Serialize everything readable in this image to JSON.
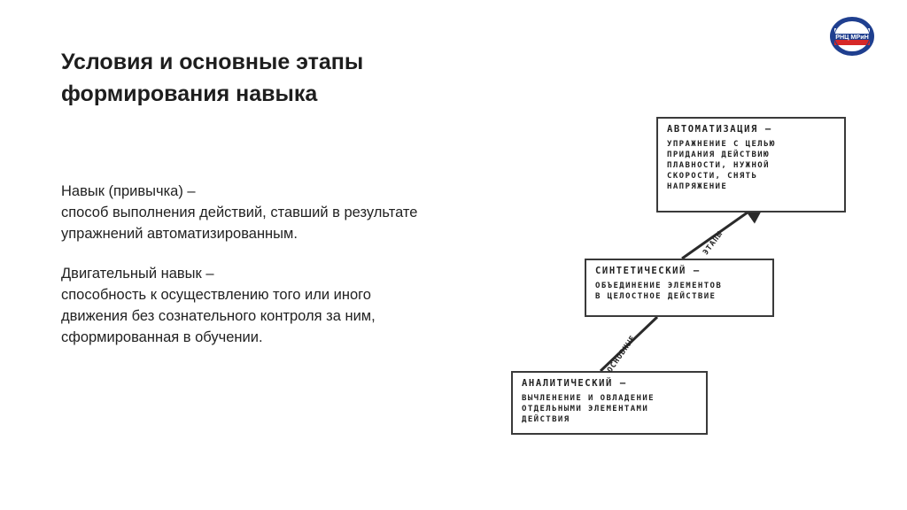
{
  "slide": {
    "title_line1": "Условия и основные этапы",
    "title_line2": "формирования навыка"
  },
  "definitions": {
    "skill_term": "Навык (привычка) –",
    "skill_def_line1": "способ выполнения действий, ставший в результате",
    "skill_def_line2": "упражнений автоматизированным.",
    "motor_term": "Двигательный навык –",
    "motor_def_line1": "способность к осуществлению того или иного",
    "motor_def_line2": "движения без сознательного контроля за ним,",
    "motor_def_line3": "сформированная в обучении."
  },
  "logo": {
    "text": "РНЦ МРиН",
    "colors": {
      "ring": "#1f3f8f",
      "band_white": "#ffffff",
      "band_blue": "#1f3f8f",
      "band_red": "#d62828"
    }
  },
  "diagram": {
    "stages": [
      {
        "id": "automation",
        "heading": "АВТОМАТИЗАЦИЯ –",
        "desc_lines": [
          "УПРАЖНЕНИЕ С ЦЕЛЬЮ",
          "ПРИДАНИЯ ДЕЙСТВИЮ",
          "ПЛАВНОСТИ, НУЖНОЙ",
          "СКОРОСТИ, СНЯТЬ",
          "НАПРЯЖЕНИЕ"
        ]
      },
      {
        "id": "synthetic",
        "heading": "СИНТЕТИЧЕСКИЙ –",
        "desc_lines": [
          "ОБЪЕДИНЕНИЕ ЭЛЕМЕНТОВ",
          "В ЦЕЛОСТНОЕ ДЕЙСТВИЕ"
        ]
      },
      {
        "id": "analytic",
        "heading": "АНАЛИТИЧЕСКИЙ –",
        "desc_lines": [
          "ВЫЧЛЕНЕНИЕ И ОВЛАДЕНИЕ",
          "ОТДЕЛЬНЫМИ ЭЛЕМЕНТАМИ",
          "ДЕЙСТВИЯ"
        ]
      }
    ],
    "arrow_labels": {
      "upper": "ЭТАПЫ",
      "lower": "ОСНОВНЫЕ"
    }
  }
}
